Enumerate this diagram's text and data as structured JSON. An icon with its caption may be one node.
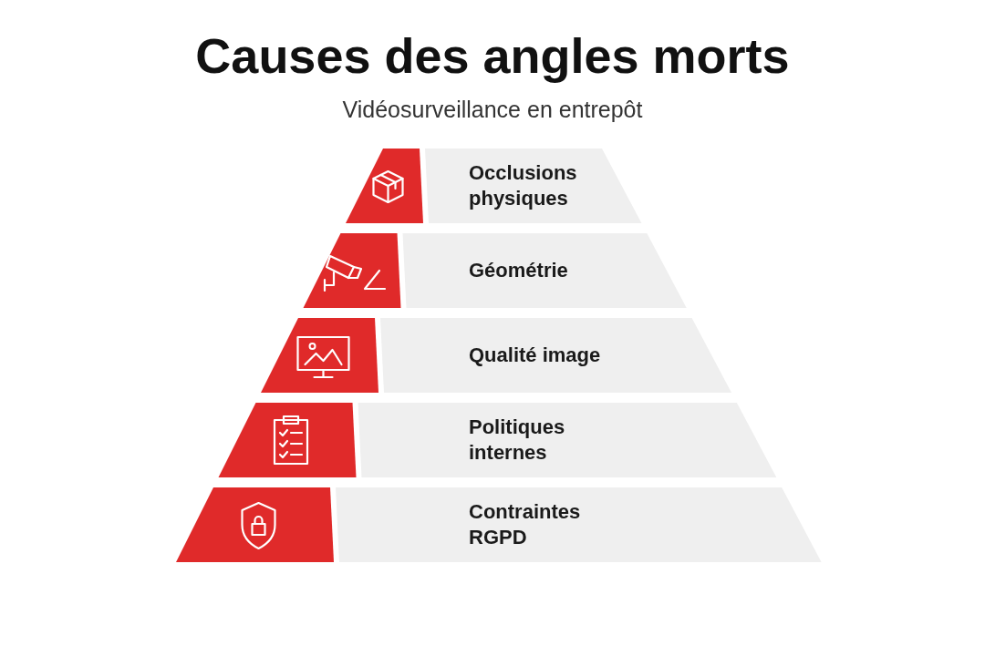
{
  "diagram": {
    "title": "Causes des angles morts",
    "nodes": [
      {
        "text": [
          "Occlusions physiques"
        ]
      },
      {
        "text": [
          "Géométrie"
        ]
      },
      {
        "text": [
          "Qualité image"
        ]
      },
      {
        "text": [
          "Politiques internes"
        ]
      },
      {
        "text": [
          "Contraintes RGPD"
        ]
      }
    ],
    "labels": [
      "Vidéosurveillance en entrepôt"
    ]
  }
}
